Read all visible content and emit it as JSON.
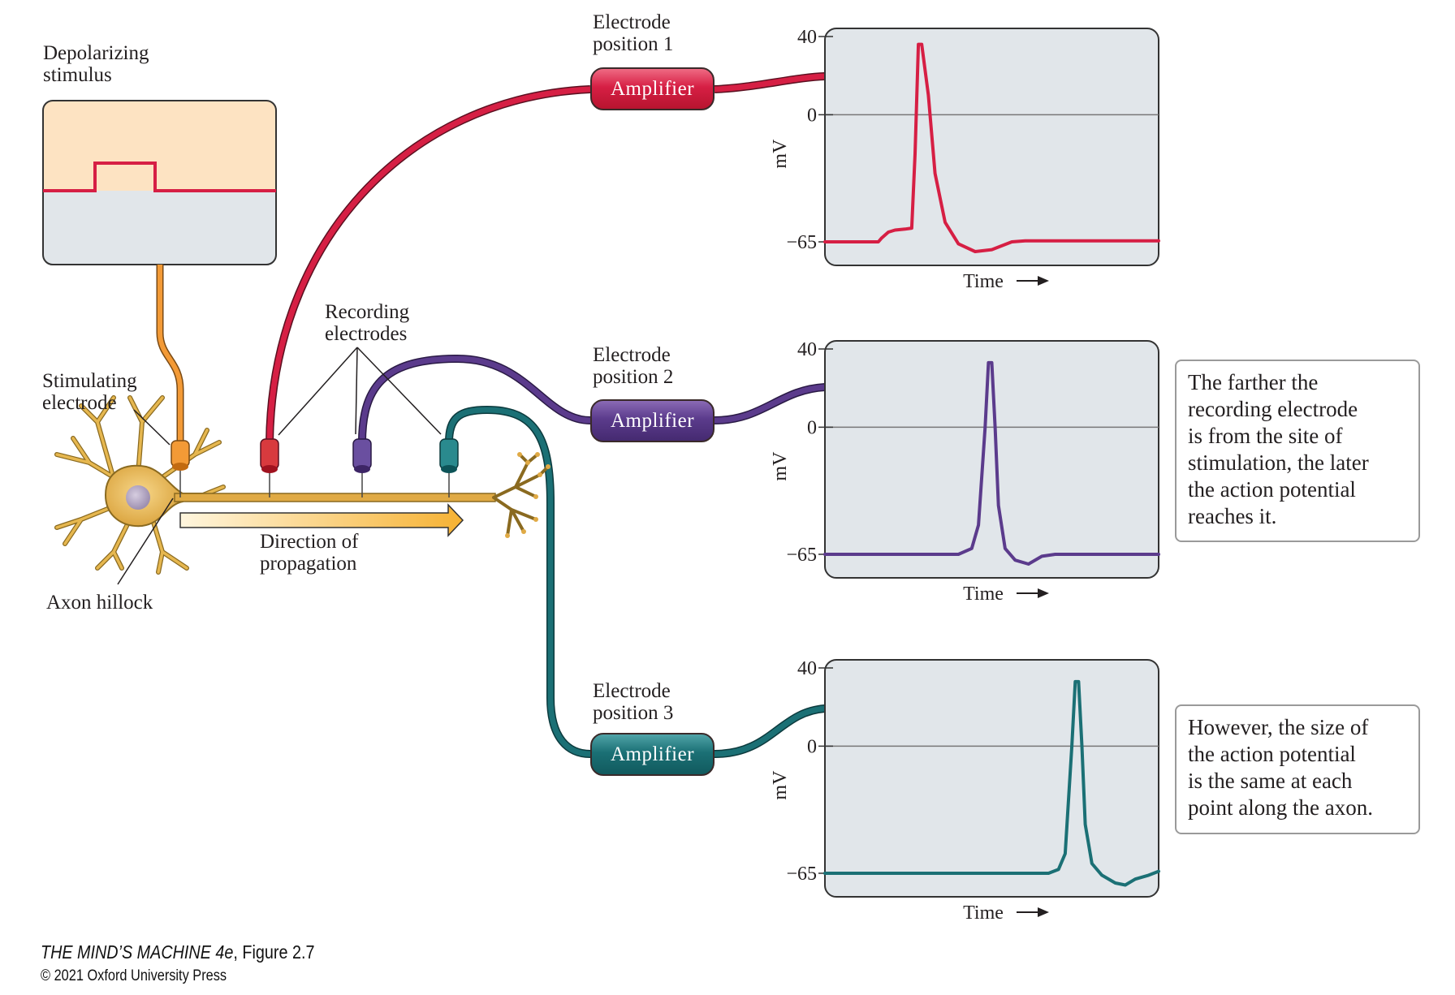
{
  "figure": {
    "footer_title_italic": "THE MIND’S MACHINE 4e",
    "footer_title_rest": ", Figure 2.7",
    "footer_copyright": "© 2021 Oxford University Press"
  },
  "labels": {
    "stimulus_line1": "Depolarizing",
    "stimulus_line2": "stimulus",
    "stim_electrode_line1": "Stimulating",
    "stim_electrode_line2": "electrode",
    "recording_line1": "Recording",
    "recording_line2": "electrodes",
    "direction_line1": "Direction of",
    "direction_line2": "propagation",
    "axon_hillock": "Axon hillock"
  },
  "colors": {
    "electrode1": "#d61f44",
    "electrode2": "#5b3b8c",
    "electrode3": "#1b7075",
    "stim": "#f08a24",
    "neuron": "#d9a53c",
    "plot_bg": "#e1e6ea",
    "stim_top_bg": "#fde3c2"
  },
  "electrodes": [
    {
      "label_line1": "Electrode",
      "label_line2": "position 1",
      "amplifier_label": "Amplifier"
    },
    {
      "label_line1": "Electrode",
      "label_line2": "position 2",
      "amplifier_label": "Amplifier"
    },
    {
      "label_line1": "Electrode",
      "label_line2": "position 3",
      "amplifier_label": "Amplifier"
    }
  ],
  "notes": {
    "note1": [
      "The farther the",
      "recording electrode",
      "is from the site of",
      "stimulation, the later",
      "the action potential",
      "reaches it."
    ],
    "note2": [
      "However, the size of",
      "the action potential",
      "is the same at each",
      "point along the axon."
    ]
  },
  "chart_data": [
    {
      "type": "line",
      "title": "Electrode position 1",
      "xlabel": "Time",
      "ylabel": "mV",
      "yticks": [
        40,
        0,
        -65
      ],
      "ylim": [
        -80,
        45
      ],
      "xlim": [
        0,
        100
      ],
      "grid": false,
      "reference_line_y": 0,
      "series": [
        {
          "name": "Electrode position 1",
          "x": [
            0,
            16,
            17,
            19,
            21,
            24,
            26,
            27,
            28,
            29,
            31,
            33,
            36,
            40,
            45,
            50,
            56,
            60,
            100
          ],
          "y": [
            -65,
            -65,
            -63,
            -60,
            -59,
            -58.5,
            -58,
            -20,
            36,
            36,
            10,
            -30,
            -55,
            -66,
            -70,
            -69,
            -65,
            -64.5,
            -64.5
          ]
        }
      ],
      "annotations": [
        "subthreshold depolarization step before spike"
      ]
    },
    {
      "type": "line",
      "title": "Electrode position 2",
      "xlabel": "Time",
      "ylabel": "mV",
      "yticks": [
        40,
        0,
        -65
      ],
      "ylim": [
        -80,
        45
      ],
      "xlim": [
        0,
        100
      ],
      "grid": false,
      "reference_line_y": 0,
      "series": [
        {
          "name": "Electrode position 2",
          "x": [
            0,
            40,
            44,
            46,
            48,
            49,
            50,
            51,
            52,
            54,
            57,
            61,
            65,
            69,
            74,
            100
          ],
          "y": [
            -65,
            -65,
            -62,
            -50,
            0,
            33,
            33,
            0,
            -40,
            -62,
            -68,
            -70,
            -66,
            -65,
            -65,
            -65
          ]
        }
      ]
    },
    {
      "type": "line",
      "title": "Electrode position 3",
      "xlabel": "Time",
      "ylabel": "mV",
      "yticks": [
        40,
        0,
        -65
      ],
      "ylim": [
        -80,
        45
      ],
      "xlim": [
        0,
        100
      ],
      "grid": false,
      "reference_line_y": 0,
      "series": [
        {
          "name": "Electrode position 3",
          "x": [
            0,
            67,
            70,
            72,
            74,
            75,
            76,
            77,
            78,
            80,
            83,
            87,
            90,
            93,
            97,
            100
          ],
          "y": [
            -65,
            -65,
            -63,
            -55,
            0,
            33,
            33,
            0,
            -40,
            -60,
            -66,
            -70,
            -71,
            -68,
            -66,
            -64
          ]
        }
      ]
    }
  ]
}
